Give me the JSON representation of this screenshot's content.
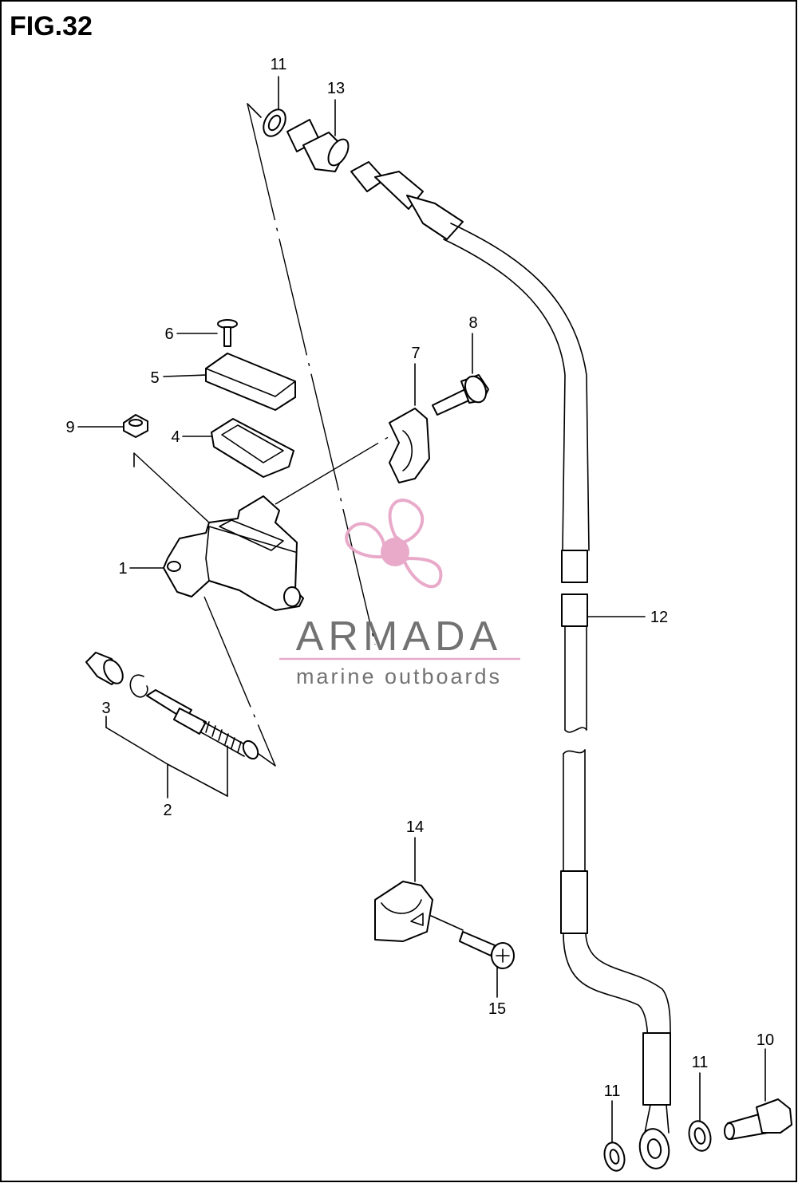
{
  "figure": {
    "title": "FIG.32"
  },
  "callouts": [
    "11",
    "13",
    "6",
    "5",
    "8",
    "7",
    "9",
    "4",
    "1",
    "12",
    "3",
    "2",
    "14",
    "15",
    "10",
    "11",
    "11"
  ],
  "watermark": {
    "brand": "ARMADA",
    "tagline": "marine outboards",
    "logo_color": "#e8a6c8",
    "text_color": "#6b6b6b"
  }
}
